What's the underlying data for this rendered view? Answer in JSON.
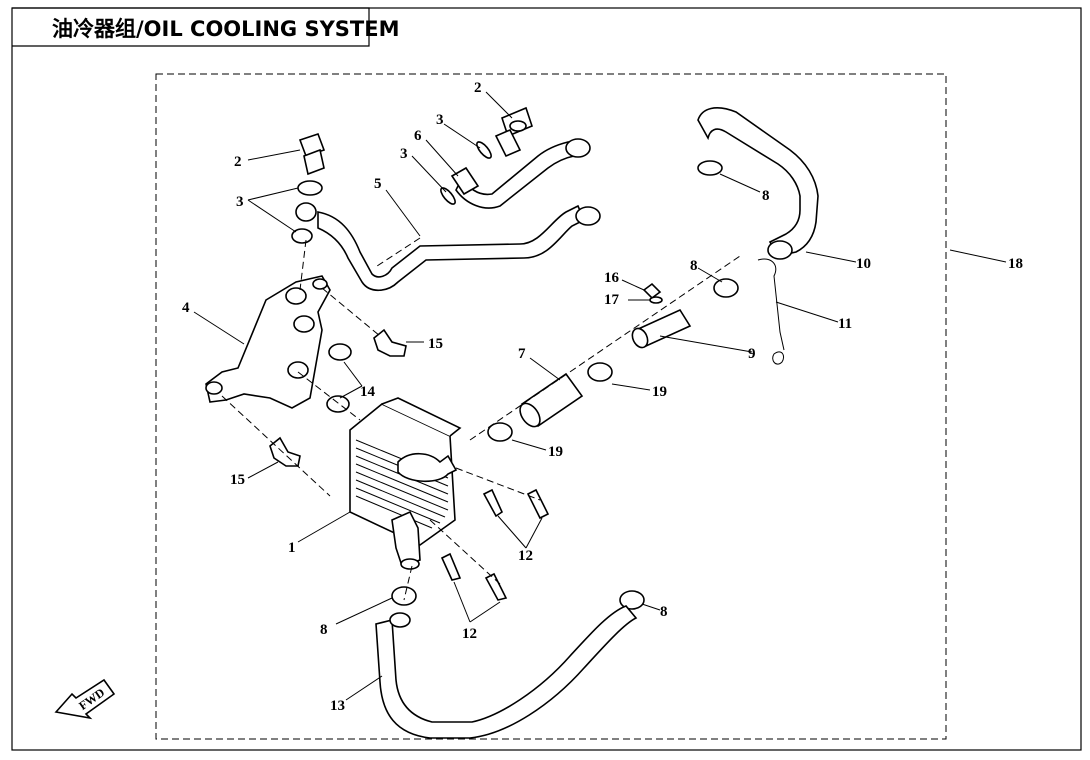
{
  "title": "油冷器组/OIL COOLING SYSTEM",
  "fwd_label": "FWD",
  "callouts": [
    {
      "id": "c1",
      "label": "1"
    },
    {
      "id": "c2a",
      "label": "2"
    },
    {
      "id": "c2b",
      "label": "2"
    },
    {
      "id": "c3a",
      "label": "3"
    },
    {
      "id": "c3b",
      "label": "3"
    },
    {
      "id": "c3c",
      "label": "3"
    },
    {
      "id": "c4",
      "label": "4"
    },
    {
      "id": "c5",
      "label": "5"
    },
    {
      "id": "c6",
      "label": "6"
    },
    {
      "id": "c7",
      "label": "7"
    },
    {
      "id": "c8a",
      "label": "8"
    },
    {
      "id": "c8b",
      "label": "8"
    },
    {
      "id": "c8c",
      "label": "8"
    },
    {
      "id": "c8d",
      "label": "8"
    },
    {
      "id": "c9",
      "label": "9"
    },
    {
      "id": "c10",
      "label": "10"
    },
    {
      "id": "c11",
      "label": "11"
    },
    {
      "id": "c12a",
      "label": "12"
    },
    {
      "id": "c12b",
      "label": "12"
    },
    {
      "id": "c13",
      "label": "13"
    },
    {
      "id": "c14",
      "label": "14"
    },
    {
      "id": "c15a",
      "label": "15"
    },
    {
      "id": "c15b",
      "label": "15"
    },
    {
      "id": "c16",
      "label": "16"
    },
    {
      "id": "c17",
      "label": "17"
    },
    {
      "id": "c18",
      "label": "18"
    },
    {
      "id": "c19a",
      "label": "19"
    },
    {
      "id": "c19b",
      "label": "19"
    }
  ]
}
